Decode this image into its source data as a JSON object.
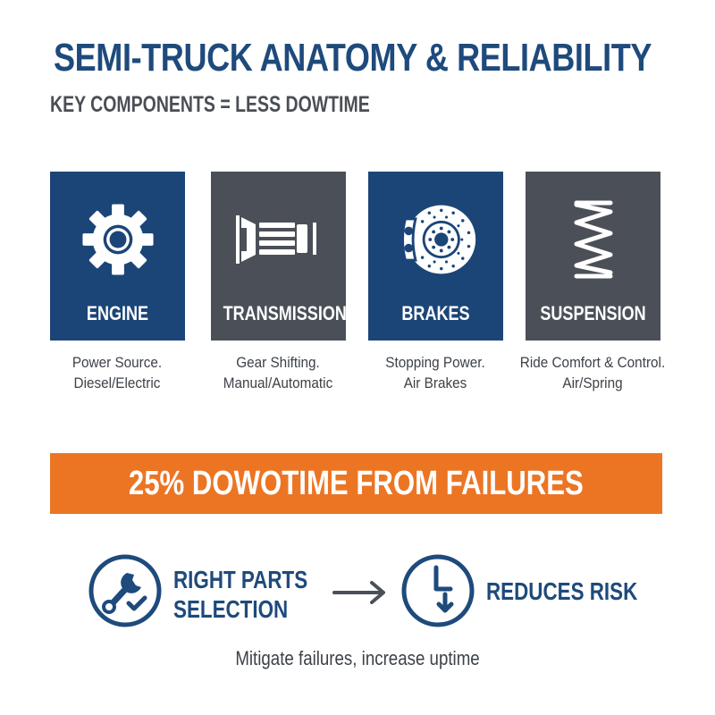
{
  "header": {
    "title": "SEMI-TRUCK ANATOMY & RELIABILITY",
    "subtitle": "KEY COMPONENTS = LESS DOWTIME"
  },
  "components": [
    {
      "name": "ENGINE",
      "icon": "gear-icon",
      "color": "#1b4577",
      "desc_line1": "Power Source.",
      "desc_line2": "Diesel/Electric"
    },
    {
      "name": "TRANSMISSION",
      "icon": "transmission-icon",
      "color": "#4b5058",
      "desc_line1": "Gear Shifting.",
      "desc_line2": "Manual/Automatic"
    },
    {
      "name": "BRAKES",
      "icon": "brake-disc-icon",
      "color": "#1b4577",
      "desc_line1": "Stopping Power.",
      "desc_line2": "Air Brakes"
    },
    {
      "name": "SUSPENSION",
      "icon": "spring-icon",
      "color": "#4b5058",
      "desc_line1": "Ride Comfort & Control.",
      "desc_line2": "Air/Spring"
    }
  ],
  "banner": {
    "text": "25% DOWOTIME FROM FAILURES",
    "color": "#ec7524"
  },
  "flow": {
    "step1_line1": "RIGHT PARTS",
    "step1_line2": "SELECTION",
    "step1_icon": "wrench-check-icon",
    "step2": "REDUCES RISK",
    "step2_icon": "clock-down-icon"
  },
  "footer": {
    "text": "Mitigate failures, increase uptime"
  },
  "colors": {
    "primary": "#1e4a7c",
    "secondary": "#4b5058",
    "accent": "#ec7524"
  }
}
